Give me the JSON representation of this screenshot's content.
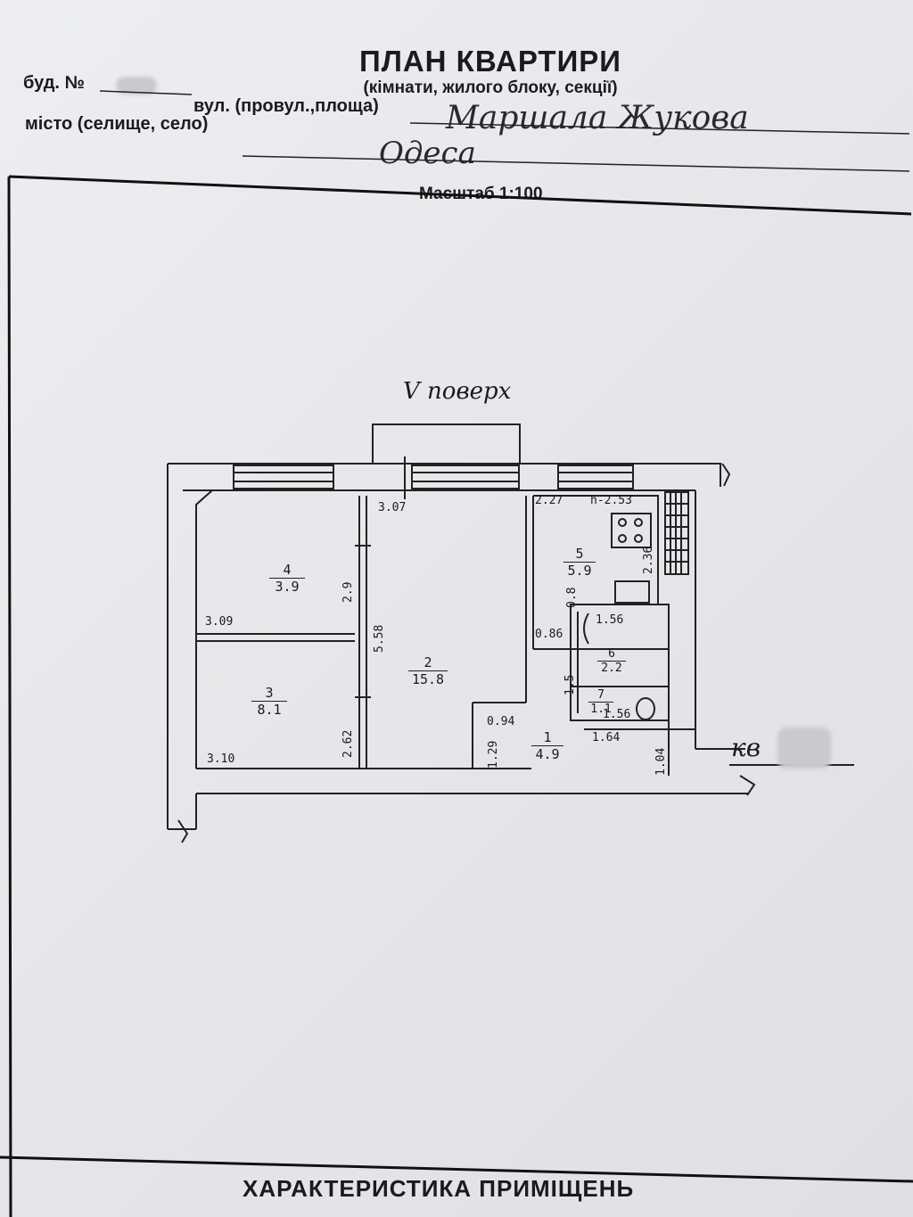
{
  "header": {
    "title": "ПЛАН КВАРТИРИ",
    "subtitle": "(кімнати, жилого блоку, секції)",
    "building_label": "буд. №",
    "street_label": "вул. (провул.,площа)",
    "street_value": "Маршала Жукова",
    "city_label": "місто (селище, село)",
    "city_value": "Одеса"
  },
  "scale": "Масштаб 1:100",
  "floor": "V поверх",
  "apartment_label": "кв",
  "rooms": [
    {
      "number": "1",
      "area": "4.9"
    },
    {
      "number": "2",
      "area": "15.8"
    },
    {
      "number": "3",
      "area": "8.1"
    },
    {
      "number": "4",
      "area": "3.9"
    },
    {
      "number": "5",
      "area": "5.9"
    },
    {
      "number": "6",
      "area": "2.2"
    },
    {
      "number": "7",
      "area": "1.1"
    }
  ],
  "dimensions": {
    "d307": "3.07",
    "d227": "2.27",
    "height": "h-2.53",
    "d309": "3.09",
    "d310": "3.10",
    "d558": "5.58",
    "d29": "2.9",
    "d262": "2.62",
    "d236": "2.36",
    "d156a": "1.56",
    "d156b": "1.56",
    "d086": "0.86",
    "d094": "0.94",
    "d129": "1.29",
    "d164": "1.64",
    "d15": "1.5",
    "d08": "0.8",
    "d104": "1.04"
  },
  "footer": "ХАРАКТЕРИСТИКА ПРИМІЩЕНЬ"
}
